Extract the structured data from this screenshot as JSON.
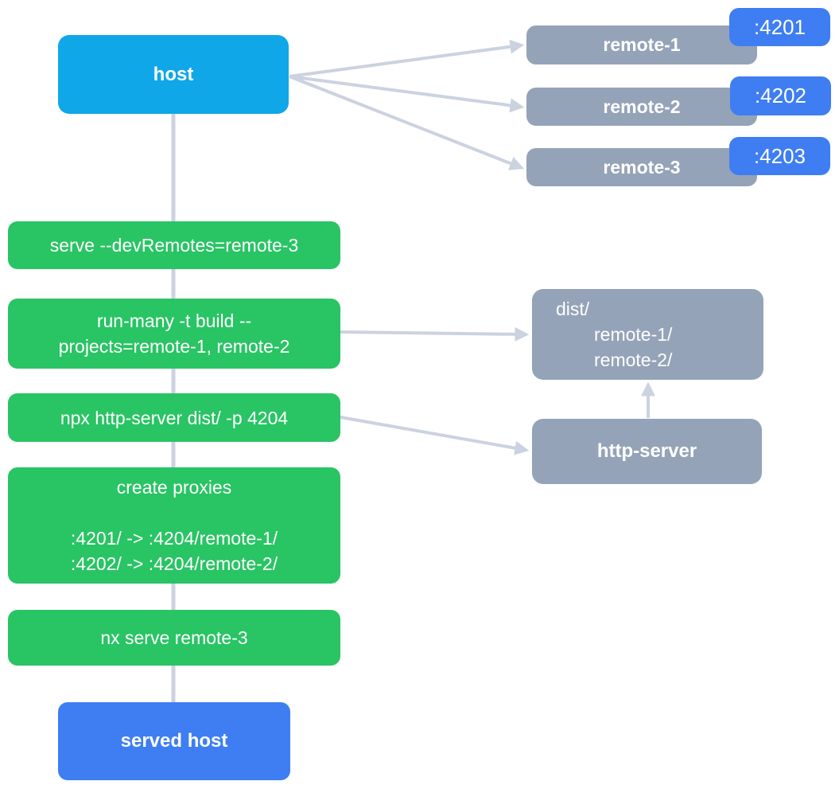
{
  "colors": {
    "host_fill": "#0FA7E8",
    "remote_fill": "#95A3B8",
    "port_fill": "#3E7EF2",
    "step_fill": "#29C464",
    "served_fill": "#3E7EF2",
    "edge": "#CBD2E0",
    "text": "#FFFFFF"
  },
  "host": {
    "label": "host"
  },
  "remotes": [
    {
      "label": "remote-1",
      "port": ":4201"
    },
    {
      "label": "remote-2",
      "port": ":4202"
    },
    {
      "label": "remote-3",
      "port": ":4203"
    }
  ],
  "steps": [
    {
      "lines": [
        "serve --devRemotes=remote-3"
      ]
    },
    {
      "lines": [
        "run-many -t build --",
        "projects=remote-1, remote-2"
      ]
    },
    {
      "lines": [
        "npx http-server dist/ -p 4204"
      ]
    },
    {
      "lines": [
        "create proxies",
        "",
        ":4201/ -> :4204/remote-1/",
        ":4202/ -> :4204/remote-2/"
      ]
    },
    {
      "lines": [
        "nx serve remote-3"
      ]
    }
  ],
  "dist_folder": {
    "lines": [
      "dist/",
      "remote-1/",
      "remote-2/"
    ]
  },
  "http_server": {
    "label": "http-server"
  },
  "served_host": {
    "label": "served host"
  }
}
